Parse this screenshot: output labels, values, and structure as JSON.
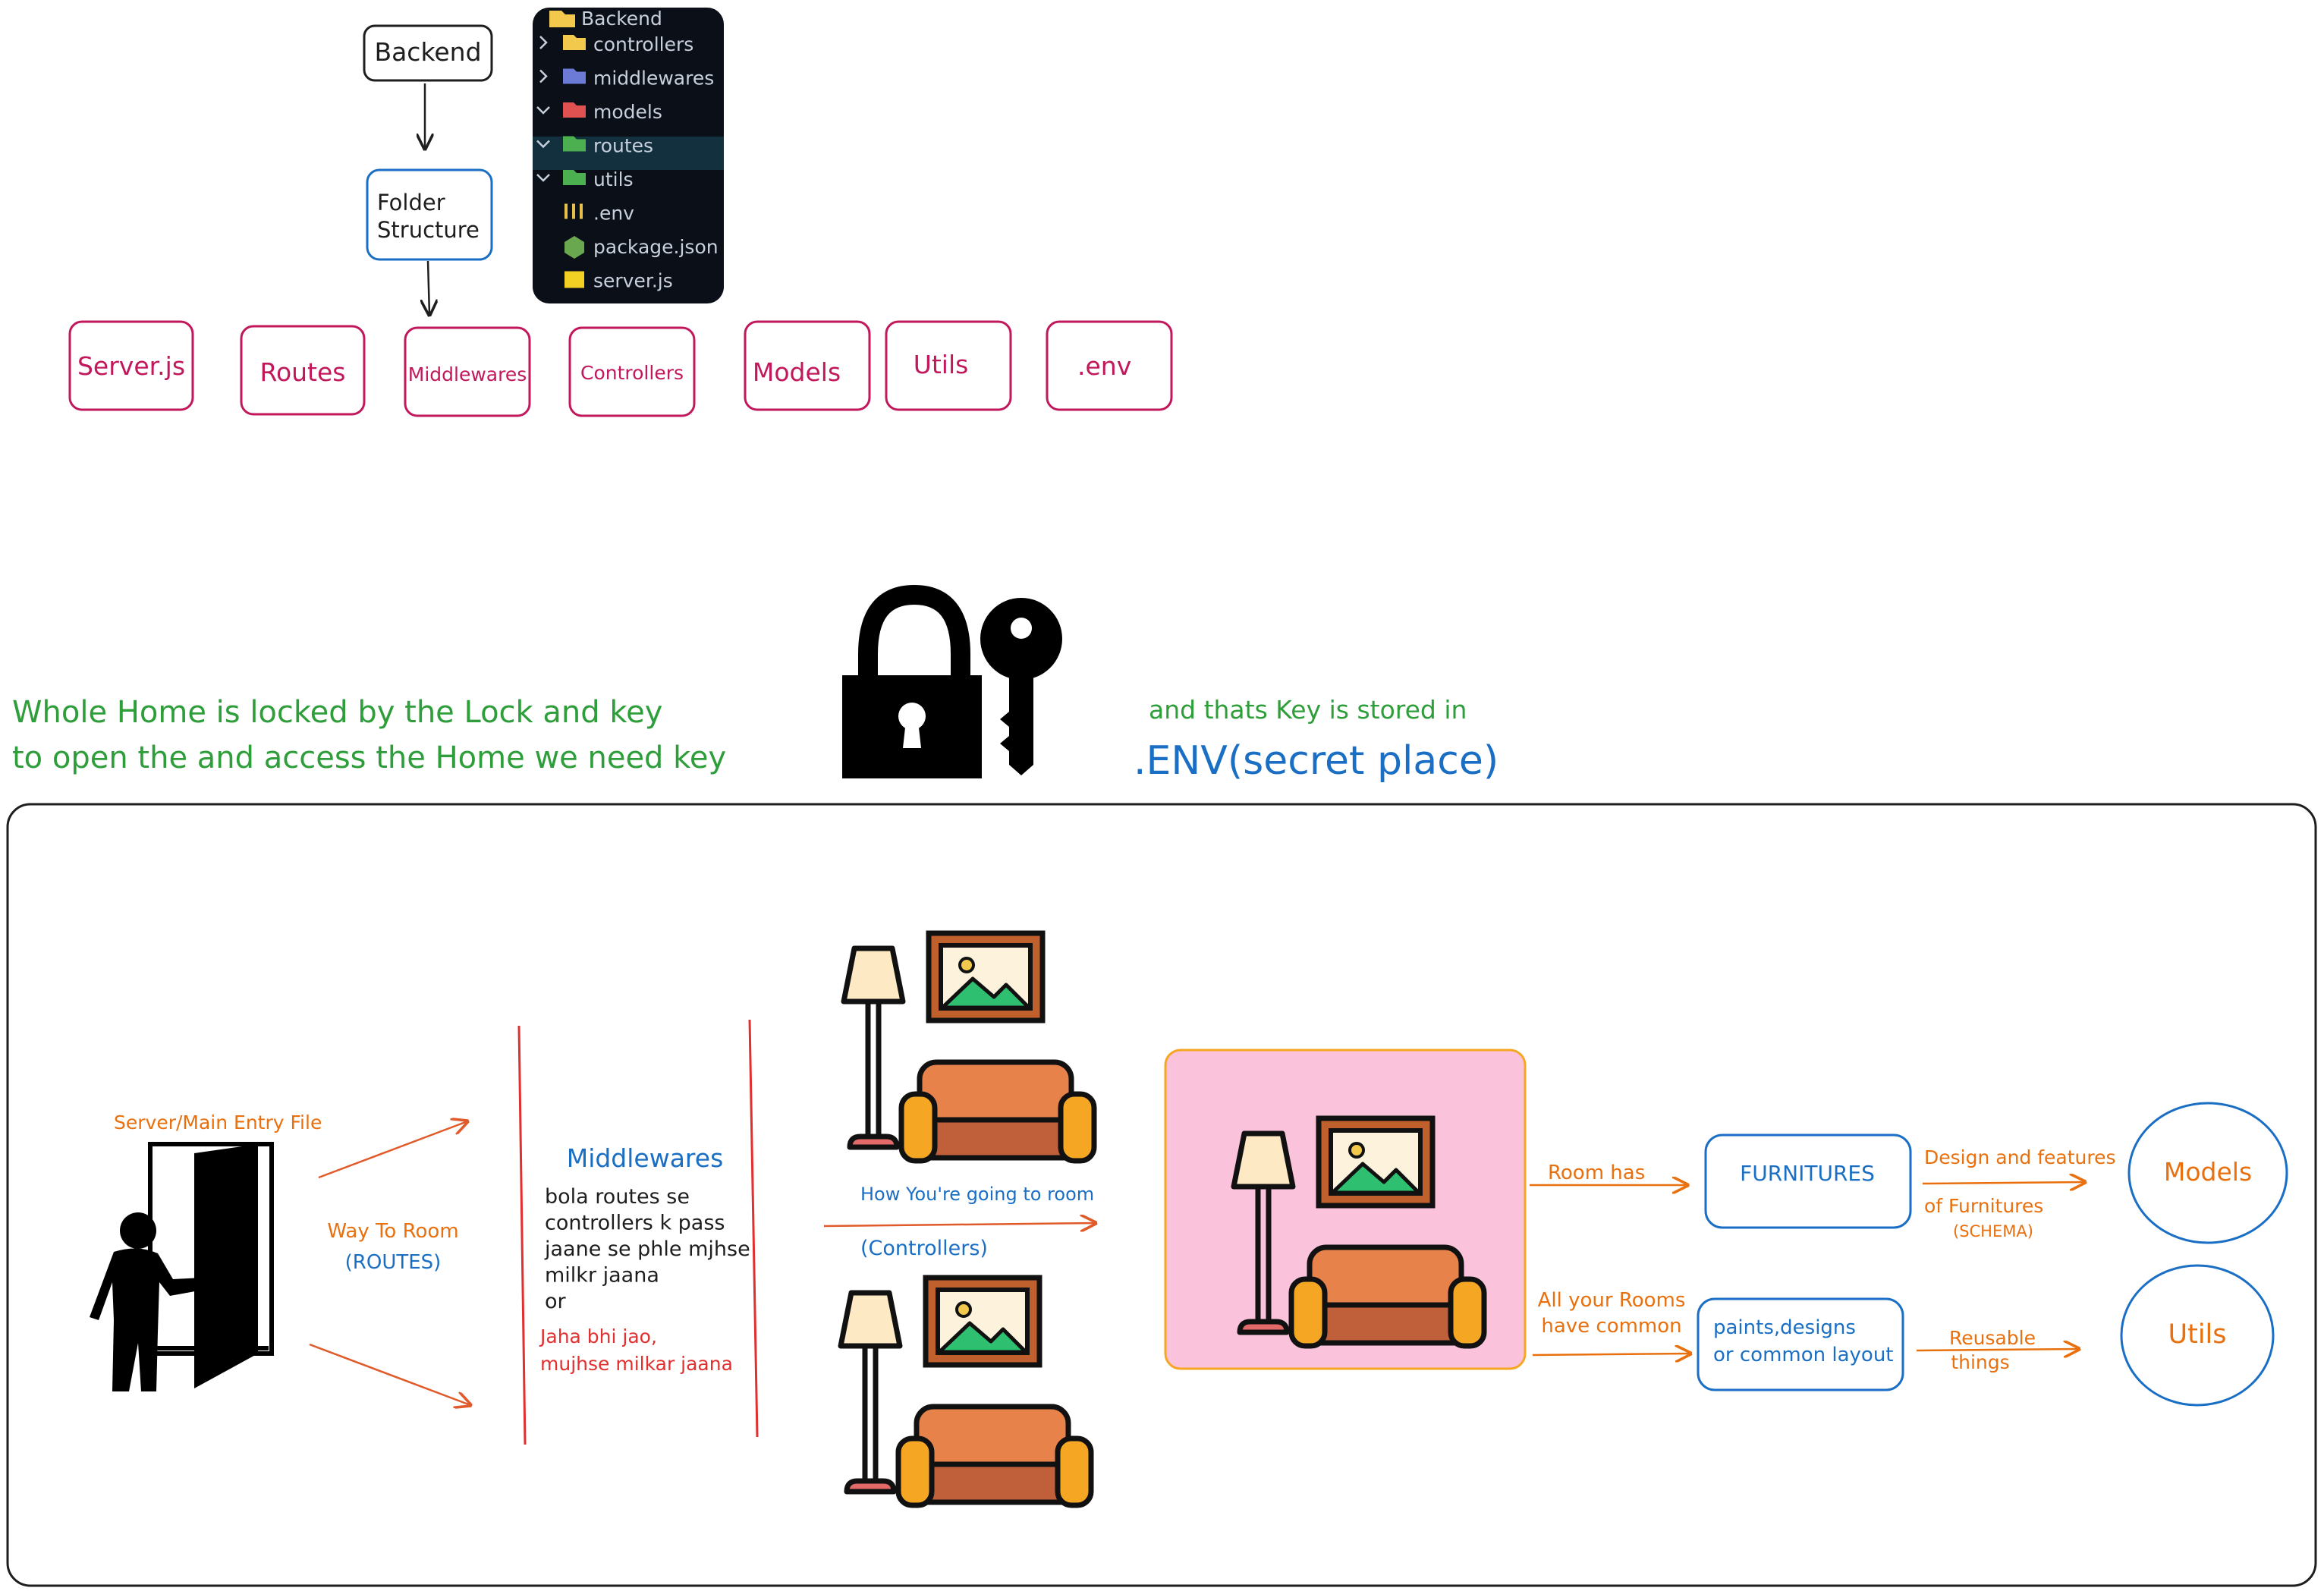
{
  "folder_diagram": {
    "backend_label": "Backend",
    "folder_structure_line1": "Folder",
    "folder_structure_line2": "Structure",
    "boxes": [
      "Server.js",
      "Routes",
      "Middlewares",
      "Controllers",
      "Models",
      "Utils",
      ".env"
    ]
  },
  "file_tree": {
    "root": "Backend",
    "items": [
      {
        "label": "controllers",
        "chevron": "right",
        "icon": "folder-icon",
        "color": "#f2c94c"
      },
      {
        "label": "middlewares",
        "chevron": "right",
        "icon": "folder-icon",
        "color": "#6b7bd6"
      },
      {
        "label": "models",
        "chevron": "down",
        "icon": "folder-icon",
        "color": "#e05252"
      },
      {
        "label": "routes",
        "chevron": "down",
        "icon": "folder-icon",
        "color": "#4caf50",
        "selected": true
      },
      {
        "label": "utils",
        "chevron": "down",
        "icon": "folder-icon",
        "color": "#4caf50"
      },
      {
        "label": ".env",
        "chevron": "",
        "icon": "settings-icon",
        "color": "#e6c04a"
      },
      {
        "label": "package.json",
        "chevron": "",
        "icon": "nodejs-icon",
        "color": "#6aa84f"
      },
      {
        "label": "server.js",
        "chevron": "",
        "icon": "js-icon",
        "color": "#f2d024"
      }
    ]
  },
  "lock_section": {
    "line1": "Whole Home is locked by the Lock and key",
    "line2": "to open the and access the Home we need key",
    "stored_in": "and thats Key is stored in",
    "env_label": ".ENV(secret place)"
  },
  "home_section": {
    "server_label": "Server/Main Entry File",
    "way_to_room": "Way To Room",
    "routes_label": "(ROUTES)",
    "middlewares_title": "Middlewares",
    "middlewares_lines": [
      "bola routes se",
      "controllers k pass",
      "jaane se phle mjhse",
      "milkr jaana",
      "or"
    ],
    "middlewares_red_lines": [
      "Jaha bhi jao,",
      "mujhse milkar jaana"
    ],
    "how_going": "How You're going to room",
    "controllers_label": "(Controllers)",
    "room_has": "Room has",
    "furnitures": "FURNITURES",
    "design_features": "Design and features",
    "of_furnitures": "of Furnitures",
    "schema": "(SCHEMA)",
    "models": "Models",
    "all_rooms_line1": "All your Rooms",
    "all_rooms_line2": "have common",
    "paints_line1": "paints,designs",
    "paints_line2": "or common layout",
    "reusable_line1": "Reusable",
    "reusable_line2": "things",
    "utils": "Utils"
  },
  "colors": {
    "crimson": "#c2185b",
    "green": "#2e9e3a",
    "blue": "#1a6fc4",
    "orange": "#e8700f",
    "red": "#e03030",
    "pink_room": "#fbc2dc"
  }
}
